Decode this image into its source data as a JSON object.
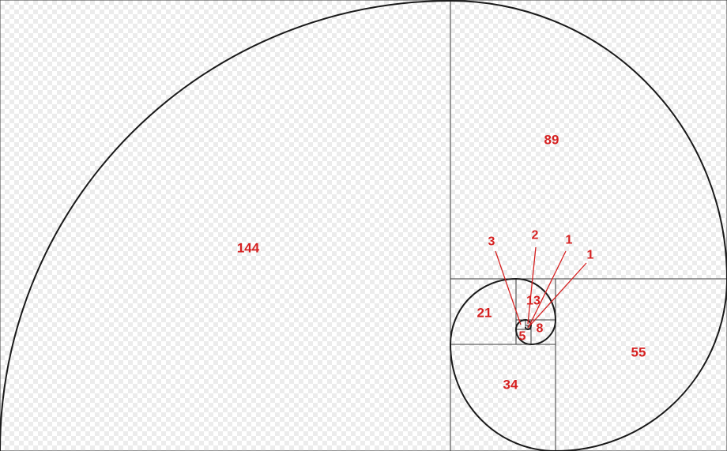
{
  "diagram": {
    "labels": {
      "n144": "144",
      "n89": "89",
      "n55": "55",
      "n34": "34",
      "n21": "21",
      "n13": "13",
      "n8": "8",
      "n5": "5",
      "n3": "3",
      "n2": "2",
      "n1a": "1",
      "n1b": "1"
    },
    "colors": {
      "label": "#d62020",
      "spiral": "#1a1a1a",
      "grid": "#3a3a3a"
    }
  }
}
